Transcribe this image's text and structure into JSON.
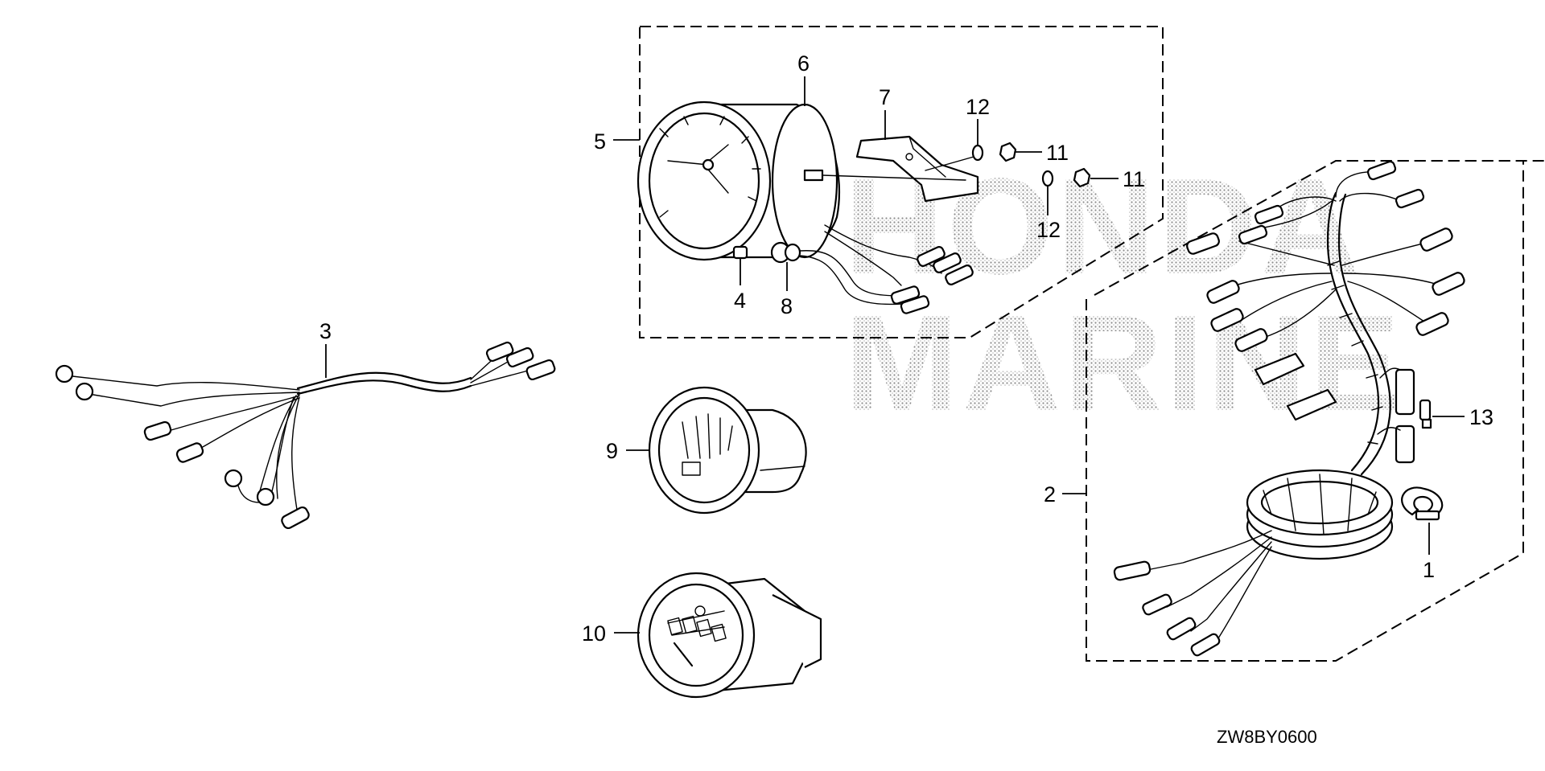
{
  "watermark": {
    "line1": "HONDA",
    "line2": "MARINE"
  },
  "diagram_code": "ZW8BY0600",
  "callouts": {
    "c1": "1",
    "c2": "2",
    "c3": "3",
    "c4": "4",
    "c5": "5",
    "c6": "6",
    "c7": "7",
    "c8": "8",
    "c9": "9",
    "c10": "10",
    "c11a": "11",
    "c11b": "11",
    "c12a": "12",
    "c12b": "12",
    "c13": "13"
  },
  "colors": {
    "line": "#000000",
    "background": "#ffffff",
    "watermark_dots": "#9a9a9a"
  }
}
